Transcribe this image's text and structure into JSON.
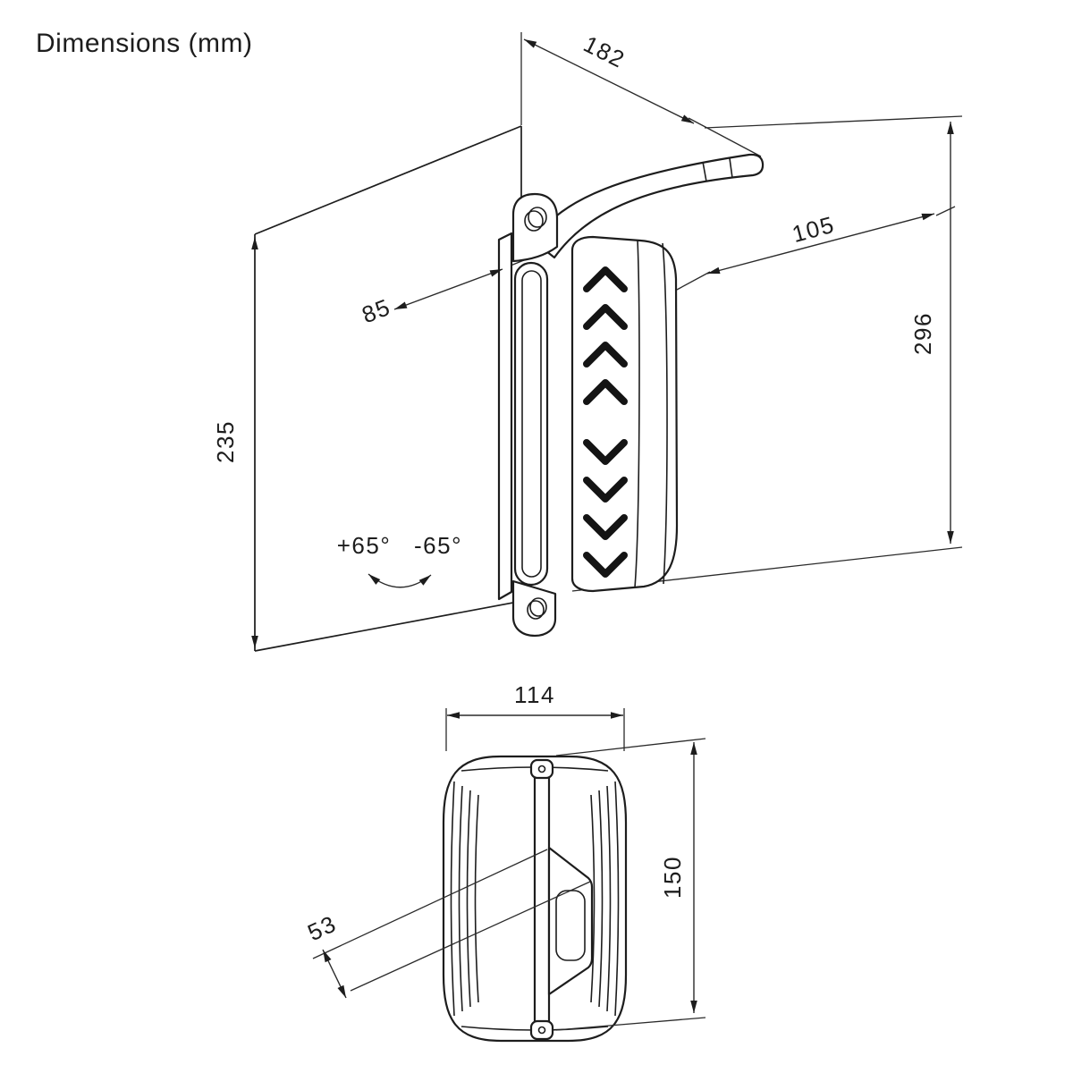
{
  "title": "Dimensions (mm)",
  "units": "mm",
  "colors": {
    "ink": "#1d1d1d",
    "background": "#ffffff"
  },
  "perspective_view": {
    "dim_depth_total": "182",
    "dim_width": "105",
    "dim_mount_depth": "85",
    "dim_plate_height": "235",
    "dim_total_height": "296",
    "tilt_positive": "+65°",
    "tilt_negative": "-65°"
  },
  "top_view": {
    "dim_width": "114",
    "dim_depth": "150",
    "dim_bracket": "53"
  }
}
